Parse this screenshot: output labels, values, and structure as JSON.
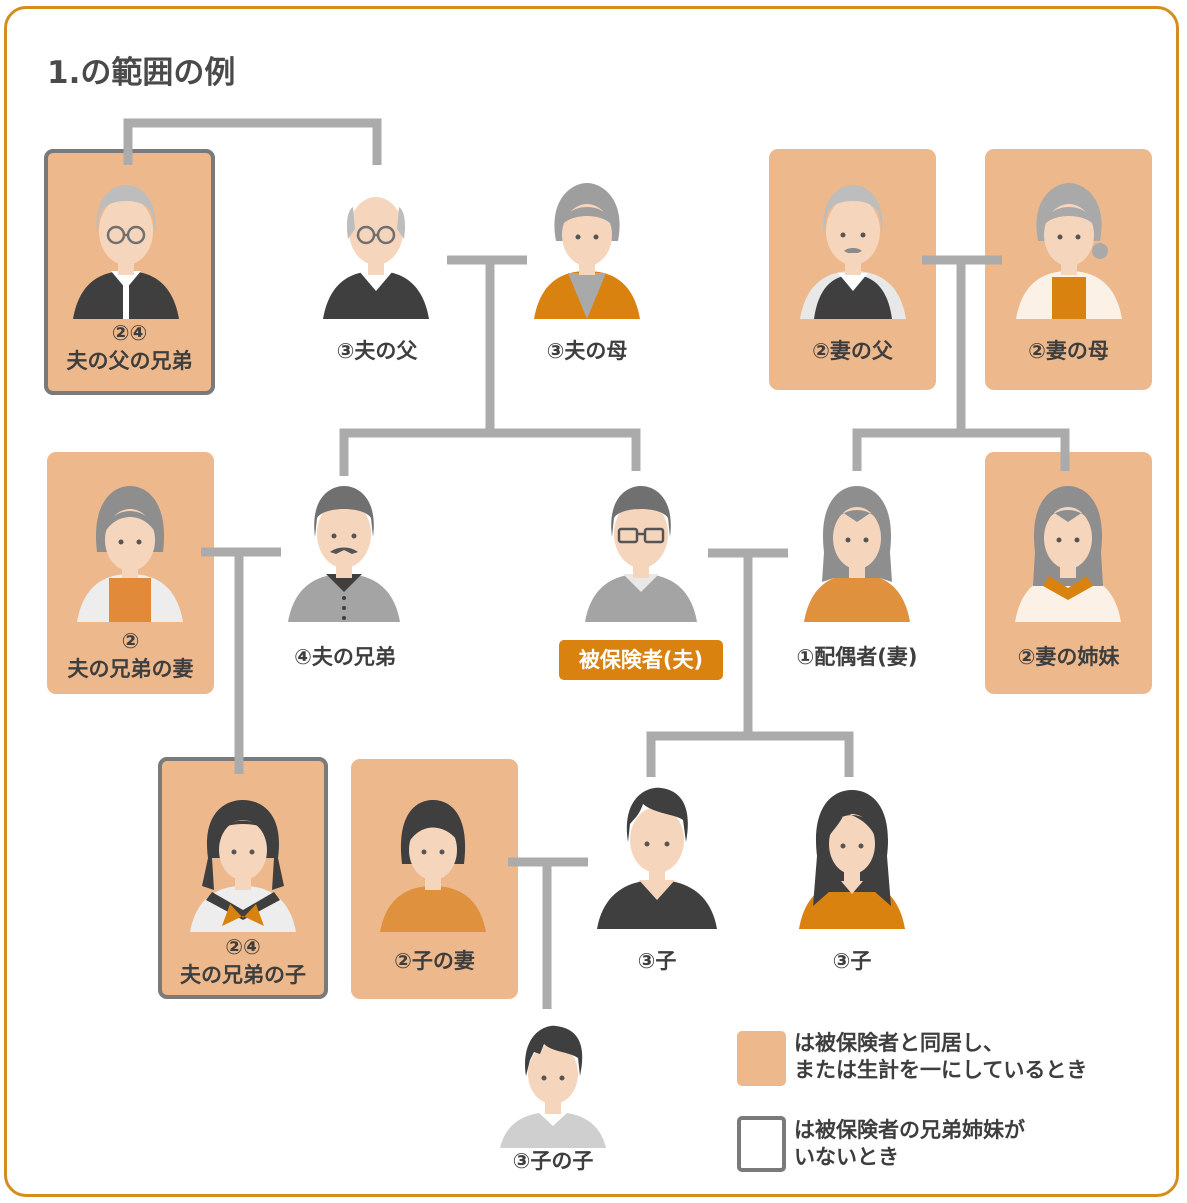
{
  "title": "1.の範囲の例",
  "colors": {
    "frame": "#d58d1e",
    "cohabit_fill": "#edb98c",
    "border_box": "#7a7a7a",
    "connector": "#ababab",
    "badge": "#d98210",
    "skin": "#f6d5bd"
  },
  "people": {
    "husband_father_sibling": {
      "line1": "②④",
      "line2": "夫の父の兄弟"
    },
    "husband_father": {
      "label": "③夫の父"
    },
    "husband_mother": {
      "label": "③夫の母"
    },
    "wife_father": {
      "label": "②妻の父"
    },
    "wife_mother": {
      "label": "②妻の母"
    },
    "husband_sibling_wife": {
      "line1": "②",
      "line2": "夫の兄弟の妻"
    },
    "husband_sibling": {
      "label": "④夫の兄弟"
    },
    "insured": {
      "label": "被保険者(夫)"
    },
    "spouse": {
      "label": "①配偶者(妻)"
    },
    "wife_sister": {
      "label": "②妻の姉妹"
    },
    "husband_sibling_child": {
      "line1": "②④",
      "line2": "夫の兄弟の子"
    },
    "child_wife": {
      "label": "②子の妻"
    },
    "son": {
      "label": "③子"
    },
    "daughter": {
      "label": "③子"
    },
    "grandchild": {
      "label": "③子の子"
    }
  },
  "legend": {
    "cohabit_line1": "は被保険者と同居し、",
    "cohabit_line2": "または生計を一にしているとき",
    "border_line1": "は被保険者の兄弟姉妹が",
    "border_line2": "いないとき"
  }
}
